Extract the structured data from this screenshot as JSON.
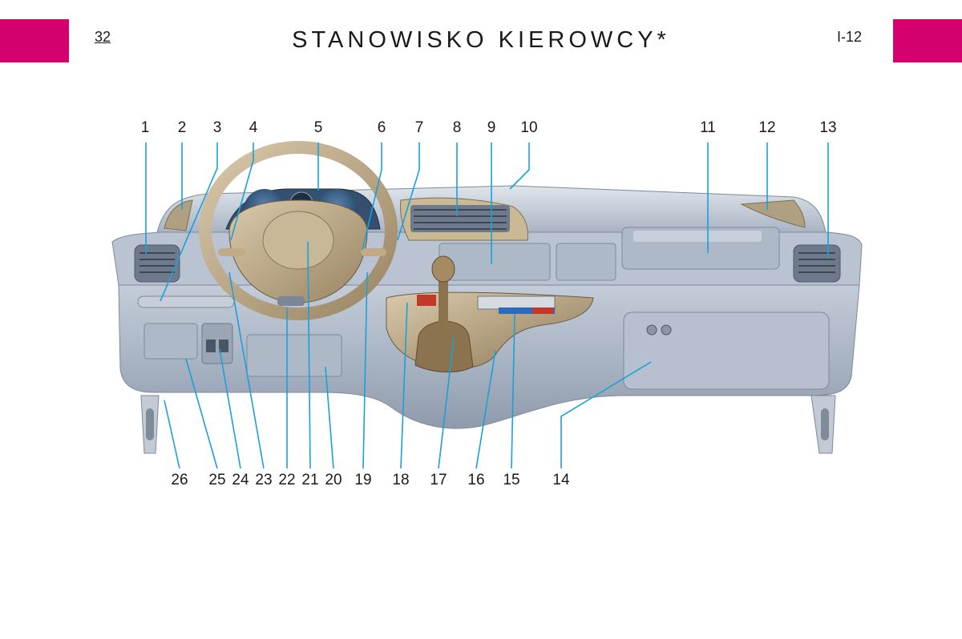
{
  "header": {
    "page_number": "32",
    "title": "STANOWISKO KIEROWCY*",
    "section_code": "I-12",
    "accent_color": "#d4006e"
  },
  "diagram": {
    "callouts_top": [
      "1",
      "2",
      "3",
      "4",
      "5",
      "6",
      "7",
      "8",
      "9",
      "10",
      "11",
      "12",
      "13"
    ],
    "callouts_bottom": [
      "26",
      "25",
      "24",
      "23",
      "22",
      "21",
      "20",
      "19",
      "18",
      "17",
      "16",
      "15",
      "14"
    ],
    "leader_color": "#1ba0d8"
  }
}
